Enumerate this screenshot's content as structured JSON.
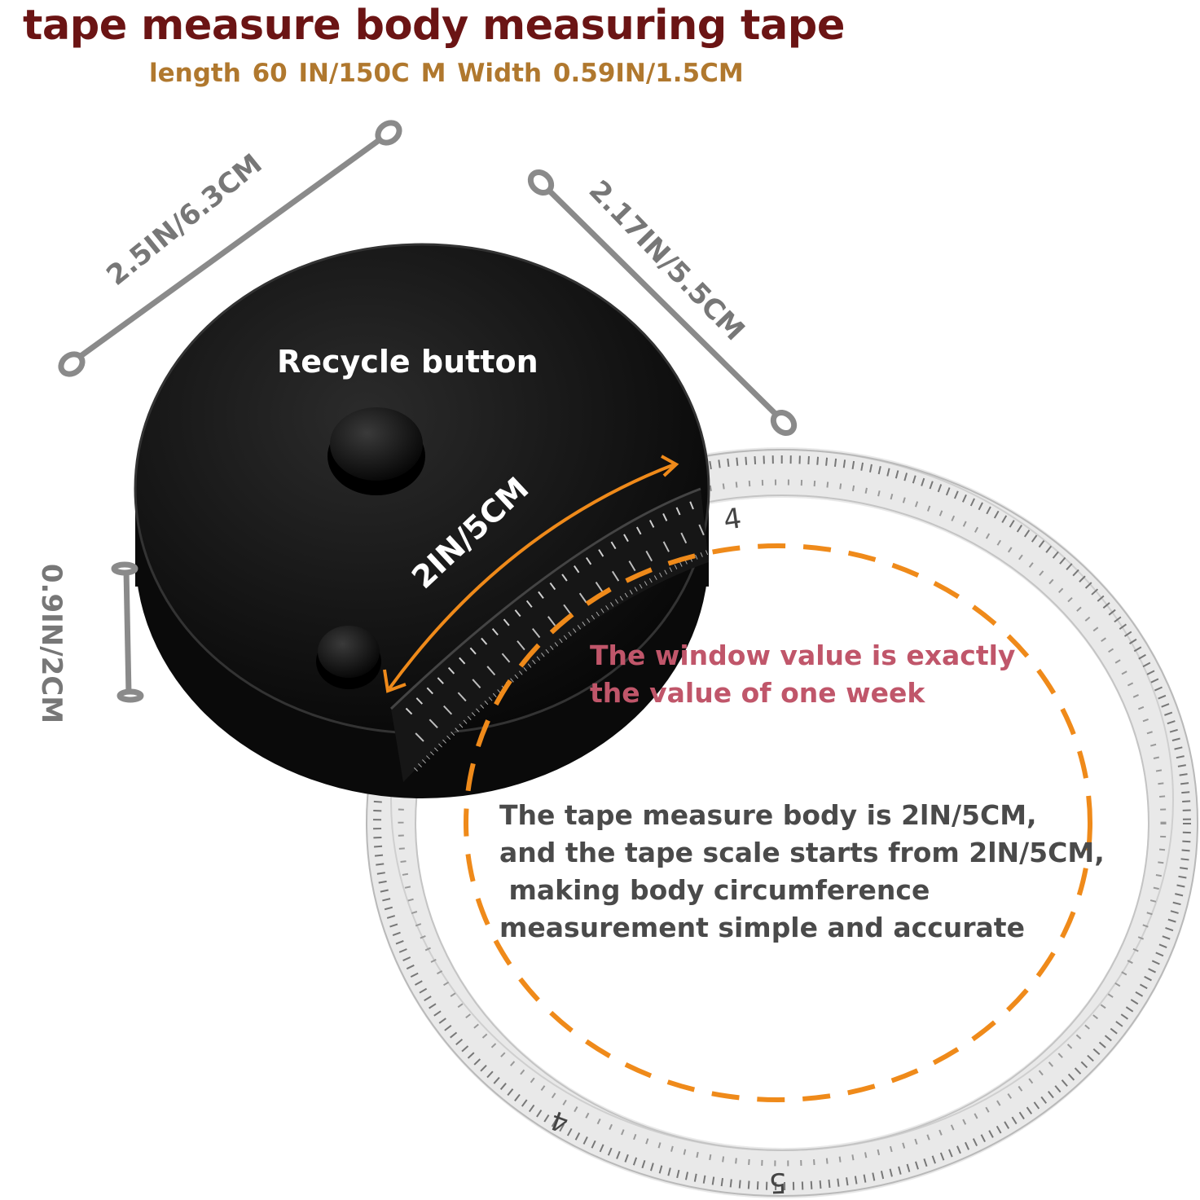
{
  "header": {
    "title": "tape measure body measuring tape",
    "subtitle": "length 60 IN/150C M  Width 0.59IN/1.5CM"
  },
  "dimensions": {
    "diameter": "2.5IN/6.3CM",
    "depth": "2.17IN/5.5CM",
    "height": "0.9IN/2CM",
    "body_arc": "2IN/5CM"
  },
  "labels": {
    "button": "Recycle button",
    "window_note_line1": "The window value is exactly",
    "window_note_line2": "the value of one week",
    "desc_line1": "The tape measure body is 2lN/5CM,",
    "desc_line2": "and the tape scale starts from 2lN/5CM,",
    "desc_line3": " making body circumference",
    "desc_line4": "measurement simple and accurate"
  },
  "tape_numbers": [
    "4",
    "5"
  ],
  "colors": {
    "title": "#6b1414",
    "subtitle": "#b0782e",
    "accent_orange": "#ef8a1a",
    "note_pink": "#c0566a",
    "device_black": "#111111",
    "dimension_grey": "#777777"
  },
  "icons": {
    "arrow": "double-headed-arrow-icon",
    "dimension_line": "dimension-line-icon"
  }
}
